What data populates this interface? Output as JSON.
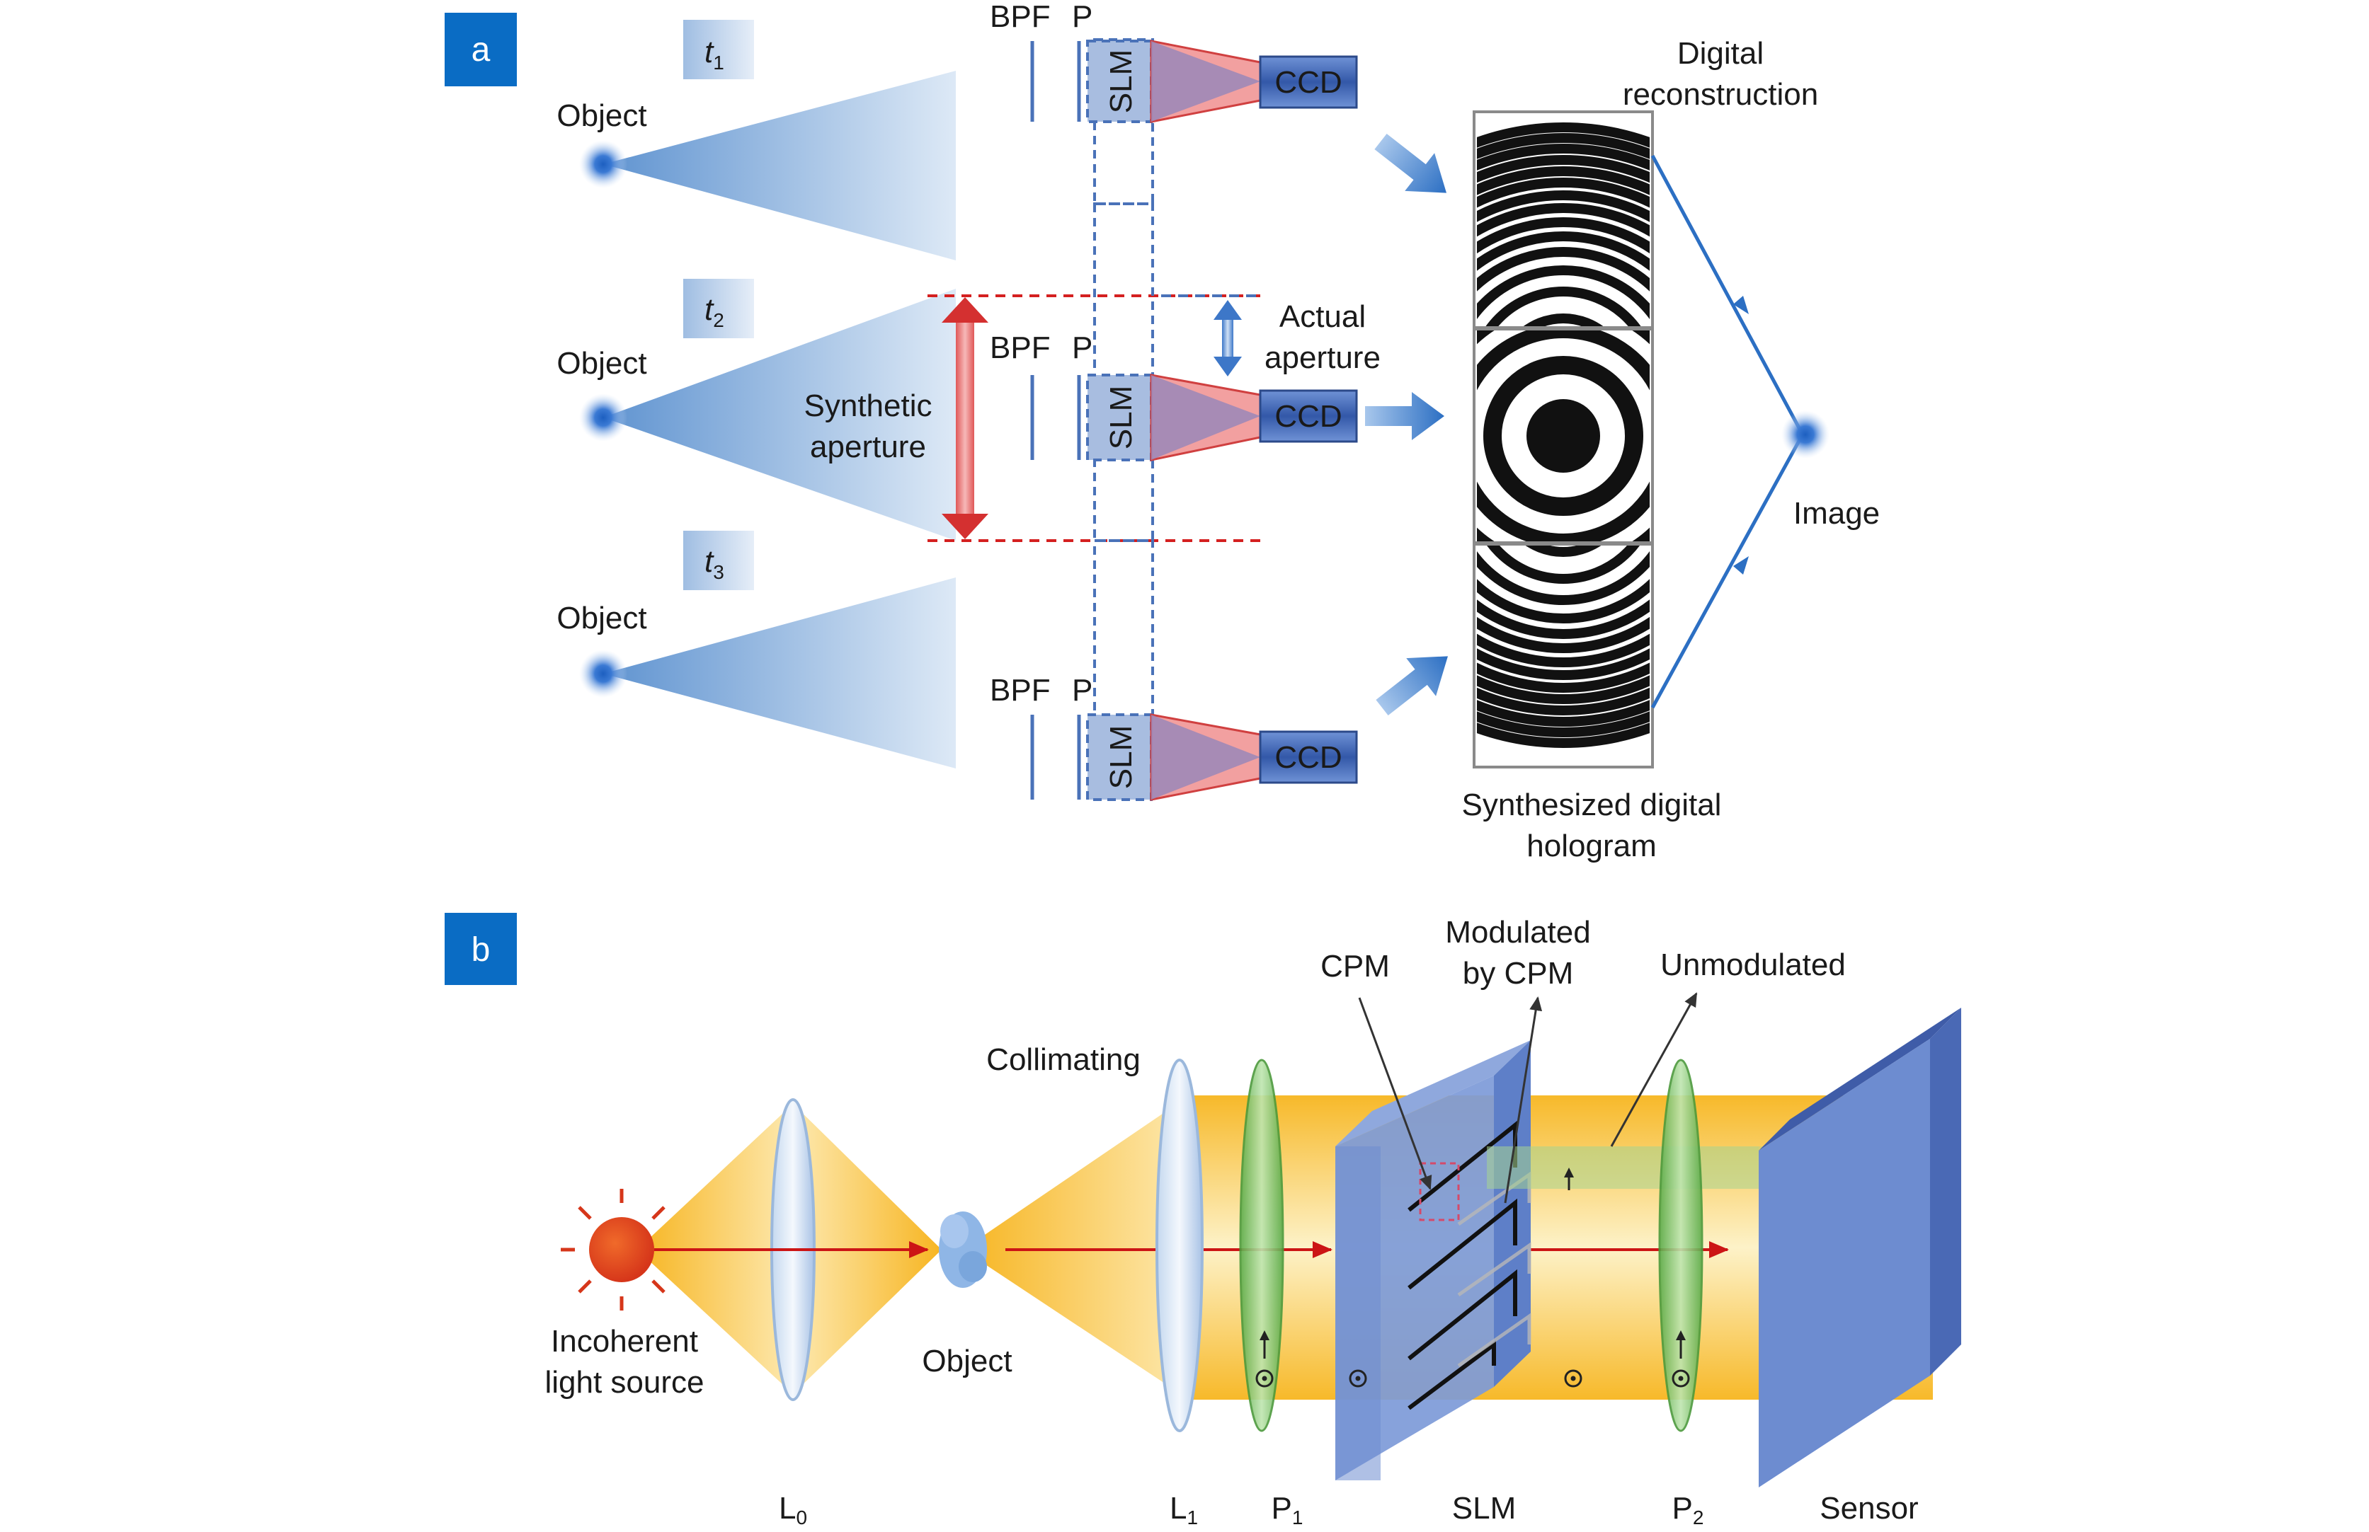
{
  "panel_a": {
    "tag": "a",
    "times": [
      {
        "t": "t",
        "sub": "1"
      },
      {
        "t": "t",
        "sub": "2"
      },
      {
        "t": "t",
        "sub": "3"
      }
    ],
    "object_label": "Object",
    "bpf_label": "BPF",
    "p_label": "P",
    "slm_label": "SLM",
    "ccd_label": "CCD",
    "synthetic_aperture": [
      "Synthetic",
      "aperture"
    ],
    "actual_aperture": [
      "Actual",
      "aperture"
    ],
    "digital_reconstruction": [
      "Digital",
      "reconstruction"
    ],
    "synthesized_hologram": [
      "Synthesized digital",
      "hologram"
    ],
    "image_label": "Image"
  },
  "panel_b": {
    "tag": "b",
    "incoherent_source": [
      "Incoherent",
      "light source"
    ],
    "object_label": "Object",
    "collimating_label": "Collimating",
    "cpm_label": "CPM",
    "modulated_label": [
      "Modulated",
      "by CPM"
    ],
    "unmodulated_label": "Unmodulated",
    "components": {
      "l0": {
        "main": "L",
        "sub": "0"
      },
      "l1": {
        "main": "L",
        "sub": "1"
      },
      "p1": {
        "main": "P",
        "sub": "1"
      },
      "slm": "SLM",
      "p2": {
        "main": "P",
        "sub": "2"
      },
      "sensor": "Sensor"
    }
  },
  "colors": {
    "panel_tag": "#0a6cc4",
    "cone_blue": "#6fa3d8",
    "dash_blue": "#4a72b8",
    "red_dashed": "#d42020",
    "slm_fill": "#a8bde0",
    "ccd_fill": "#3f63b4",
    "beam_yellow": "#f8c23a",
    "red_ray": "#cc1515",
    "polarizer_green": "#7cc26a",
    "slm_b_fill": "#6d8fd0",
    "sensor_fill": "#5a7cc8"
  }
}
